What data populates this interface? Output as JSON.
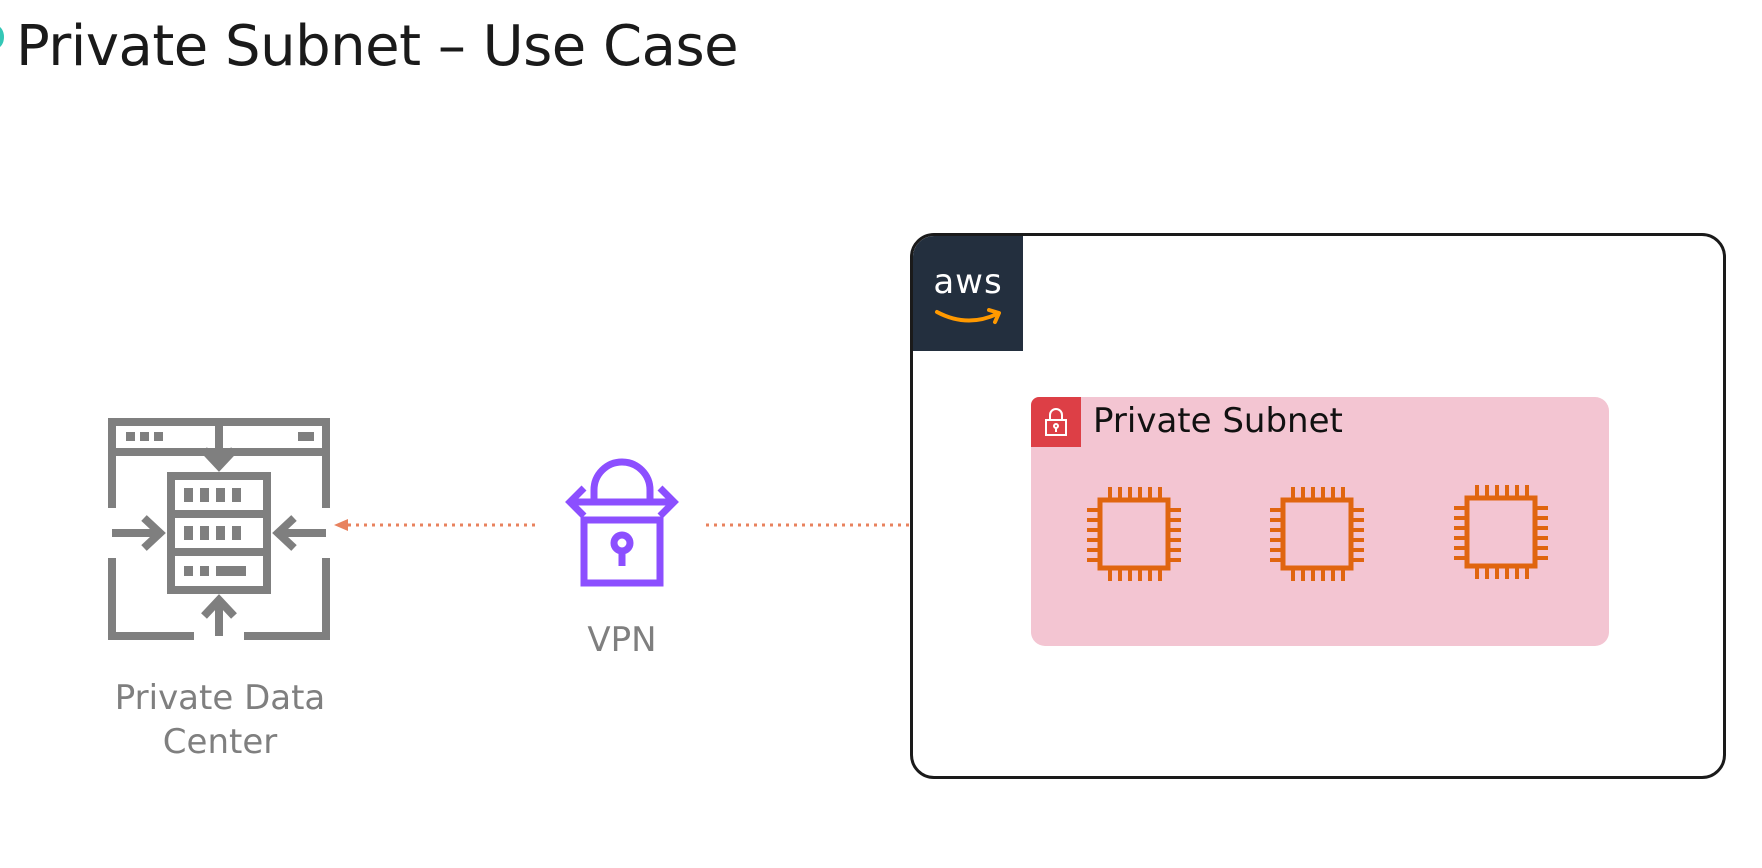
{
  "title": "Private Subnet – Use Case",
  "data_center": {
    "label_line1": "Private Data",
    "label_line2": "Center",
    "icon": "server-datacenter-icon",
    "color": "#7f7f7f"
  },
  "vpn": {
    "label": "VPN",
    "icon": "padlock-arrows-icon",
    "color": "#8c4fff"
  },
  "aws": {
    "logo_text": "aws",
    "badge_color": "#232f3e"
  },
  "private_subnet": {
    "label": "Private Subnet",
    "lock_color": "#dd3f46",
    "background": "#f3c5d2",
    "instances": [
      {
        "icon": "ec2-instance-chip-icon"
      },
      {
        "icon": "ec2-instance-chip-icon"
      },
      {
        "icon": "ec2-instance-chip-icon"
      }
    ],
    "chip_color": "#e0650f"
  },
  "connector_color": "#e8825e"
}
